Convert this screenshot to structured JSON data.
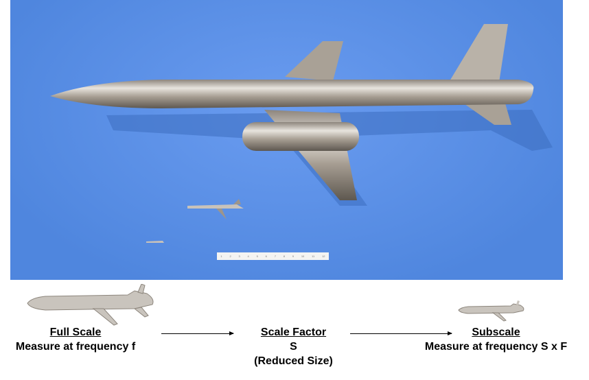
{
  "photo": {
    "ruler_marks": [
      "1",
      "2",
      "3",
      "4",
      "5",
      "6",
      "7",
      "8",
      "9",
      "10",
      "11",
      "12"
    ]
  },
  "full_scale": {
    "title": "Full Scale",
    "subtitle": "Measure at frequency f"
  },
  "scale_factor": {
    "title": "Scale Factor",
    "value": "S",
    "note": "(Reduced Size)"
  },
  "subscale": {
    "title": "Subscale",
    "subtitle": "Measure at frequency S x F"
  },
  "colors": {
    "background": "#5a8ee4",
    "missile": "#b5aea4"
  }
}
